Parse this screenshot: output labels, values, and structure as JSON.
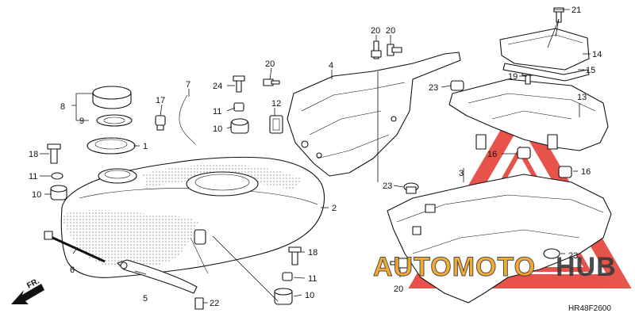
{
  "diagram": {
    "code": "HR48F2600",
    "front_label": "FR.",
    "callouts": {
      "c1": "1",
      "c2": "2",
      "c3": "3",
      "c4": "4",
      "c5": "5",
      "c6": "6",
      "c7": "7",
      "c8": "8",
      "c9": "9",
      "c10a": "10",
      "c10b": "10",
      "c10c": "10",
      "c11a": "11",
      "c11b": "11",
      "c11c": "11",
      "c12": "12",
      "c13": "13",
      "c14": "14",
      "c15": "15",
      "c16a": "16",
      "c16b": "16",
      "c17": "17",
      "c18a": "18",
      "c18b": "18",
      "c19": "19",
      "c20a": "20",
      "c20b": "20",
      "c20c": "20",
      "c20d": "20",
      "c21": "21",
      "c22": "22",
      "c23a": "23",
      "c23b": "23",
      "c23c": "23",
      "c24": "24"
    }
  },
  "watermark": {
    "brand": "AUTOMOTOHUB",
    "brand_left": "AUTOMOTO",
    "brand_right": "HUB",
    "color_red": "#e3362b",
    "color_orange": "#f5a21e",
    "color_dark": "#3a3a3a"
  }
}
